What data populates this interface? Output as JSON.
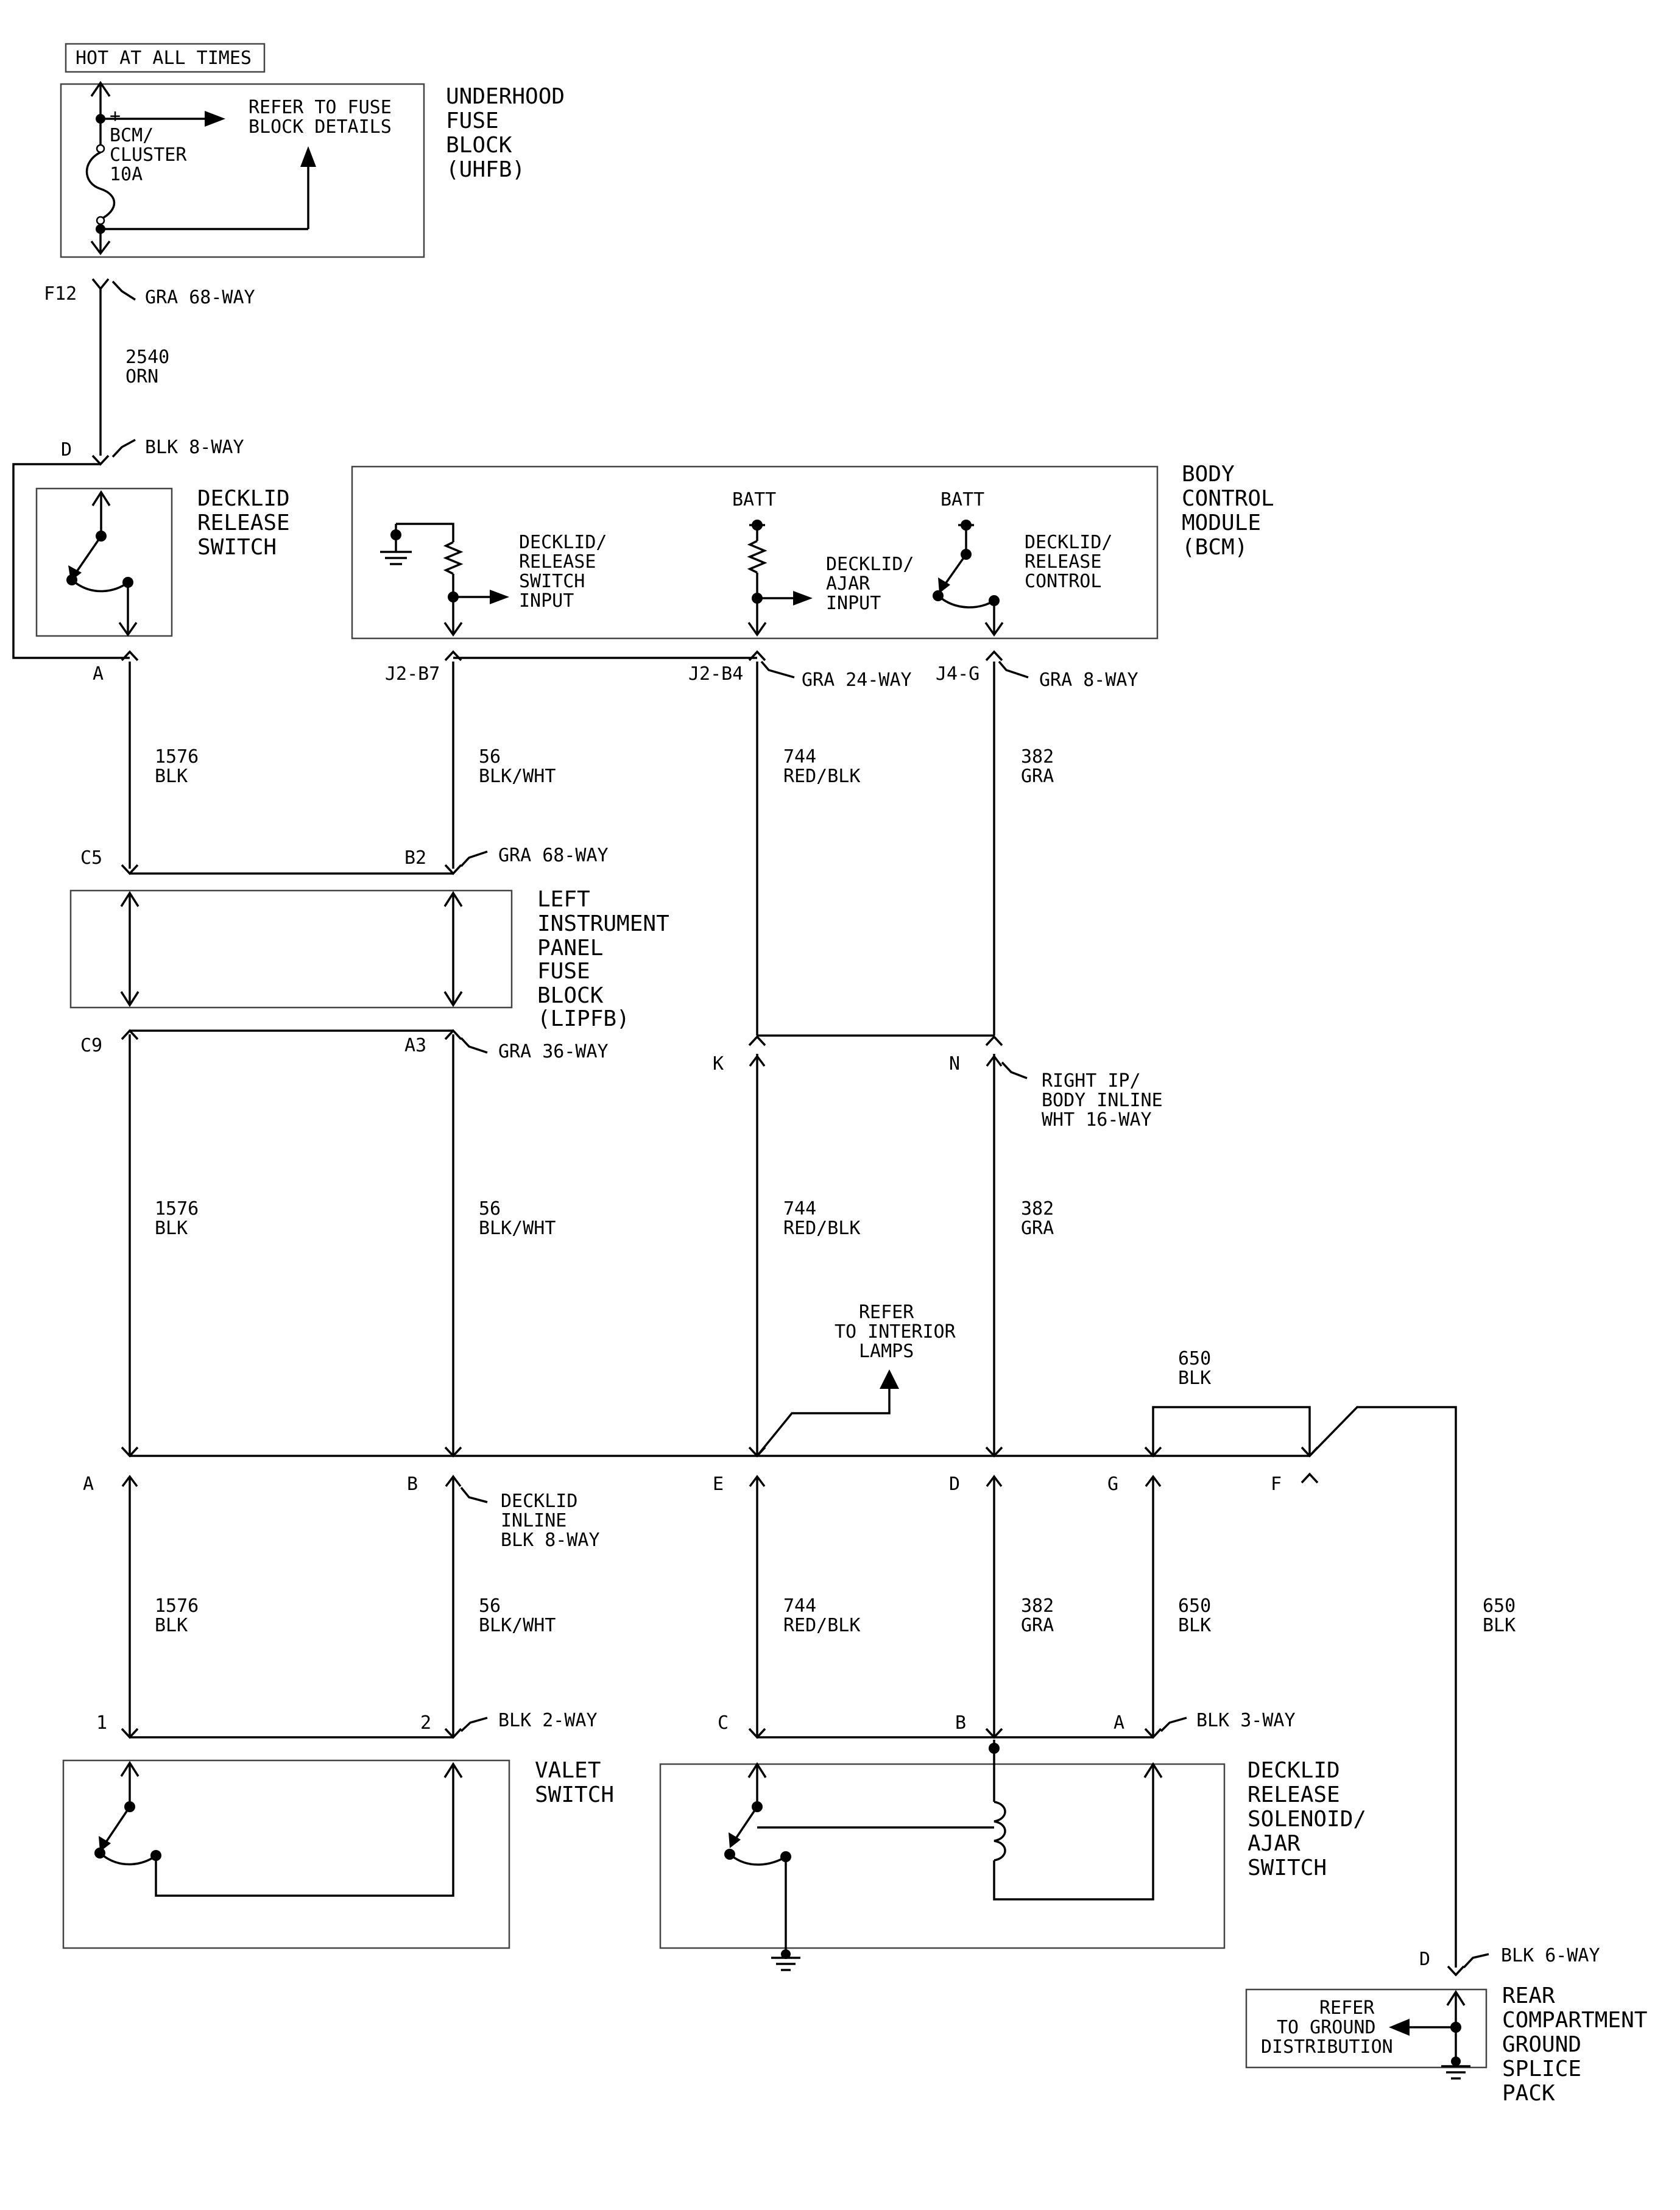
{
  "header": {
    "hot_label": "HOT AT ALL TIMES"
  },
  "uhfb": {
    "title": [
      "UNDERHOOD",
      "FUSE",
      "BLOCK",
      "(UHFB)"
    ],
    "refer": [
      "REFER TO FUSE",
      "BLOCK DETAILS"
    ],
    "fuse_plus": "+",
    "fuse": [
      "BCM/",
      "CLUSTER",
      "10A"
    ]
  },
  "conn_top": {
    "pin": "F12",
    "label": "GRA 68-WAY"
  },
  "wire_2540": {
    "num": "2540",
    "color": "ORN"
  },
  "switch_conn": {
    "pin": "D",
    "label": "BLK 8-WAY"
  },
  "decklid_switch": {
    "title": [
      "DECKLID",
      "RELEASE",
      "SWITCH"
    ]
  },
  "bcm": {
    "title": [
      "BODY",
      "CONTROL",
      "MODULE",
      "(BCM)"
    ],
    "input1": [
      "DECKLID/",
      "RELEASE",
      "SWITCH",
      "INPUT"
    ],
    "batt1": "BATT",
    "input2": [
      "DECKLID/",
      "AJAR",
      "INPUT"
    ],
    "batt2": "BATT",
    "control": [
      "DECKLID/",
      "RELEASE",
      "CONTROL"
    ]
  },
  "bcm_pins": {
    "a": "A",
    "j2b7": "J2-B7",
    "j2b4": "J2-B4",
    "gra24": "GRA 24-WAY",
    "j4g": "J4-G",
    "gra8": "GRA 8-WAY"
  },
  "wires_row1": [
    {
      "num": "1576",
      "color": "BLK"
    },
    {
      "num": "56",
      "color": "BLK/WHT"
    },
    {
      "num": "744",
      "color": "RED/BLK"
    },
    {
      "num": "382",
      "color": "GRA"
    }
  ],
  "lipfb_top": {
    "c5": "C5",
    "b2": "B2",
    "label": "GRA 68-WAY"
  },
  "lipfb": {
    "title": [
      "LEFT",
      "INSTRUMENT",
      "PANEL",
      "FUSE",
      "BLOCK",
      "(LIPFB)"
    ]
  },
  "lipfb_bot": {
    "c9": "C9",
    "a3": "A3",
    "label": "GRA 36-WAY"
  },
  "inline1": {
    "k": "K",
    "n": "N",
    "label": [
      "RIGHT IP/",
      "BODY INLINE",
      "WHT 16-WAY"
    ]
  },
  "wires_row2": [
    {
      "num": "1576",
      "color": "BLK"
    },
    {
      "num": "56",
      "color": "BLK/WHT"
    },
    {
      "num": "744",
      "color": "RED/BLK"
    },
    {
      "num": "382",
      "color": "GRA"
    }
  ],
  "refer_interior": [
    "REFER",
    "TO INTERIOR",
    "LAMPS"
  ],
  "wire_650_upper": {
    "num": "650",
    "color": "BLK"
  },
  "inline2": {
    "a": "A",
    "b": "B",
    "e": "E",
    "d": "D",
    "g": "G",
    "f": "F",
    "label": [
      "DECKLID",
      "INLINE",
      "BLK 8-WAY"
    ]
  },
  "wires_row3": [
    {
      "num": "1576",
      "color": "BLK"
    },
    {
      "num": "56",
      "color": "BLK/WHT"
    },
    {
      "num": "744",
      "color": "RED/BLK"
    },
    {
      "num": "382",
      "color": "GRA"
    },
    {
      "num": "650",
      "color": "BLK"
    },
    {
      "num": "650",
      "color": "BLK"
    }
  ],
  "valet_conn": {
    "p1": "1",
    "p2": "2",
    "label": "BLK 2-WAY"
  },
  "solenoid_conn": {
    "c": "C",
    "b": "B",
    "a": "A",
    "label": "BLK 3-WAY"
  },
  "valet_switch": {
    "title": [
      "VALET",
      "SWITCH"
    ]
  },
  "solenoid": {
    "title": [
      "DECKLID",
      "RELEASE",
      "SOLENOID/",
      "AJAR",
      "SWITCH"
    ]
  },
  "ground_conn": {
    "pin": "D",
    "label": "BLK 6-WAY"
  },
  "ground_splice": {
    "refer": [
      "REFER",
      "TO GROUND",
      "DISTRIBUTION"
    ],
    "title": [
      "REAR",
      "COMPARTMENT",
      "GROUND",
      "SPLICE",
      "PACK"
    ]
  }
}
